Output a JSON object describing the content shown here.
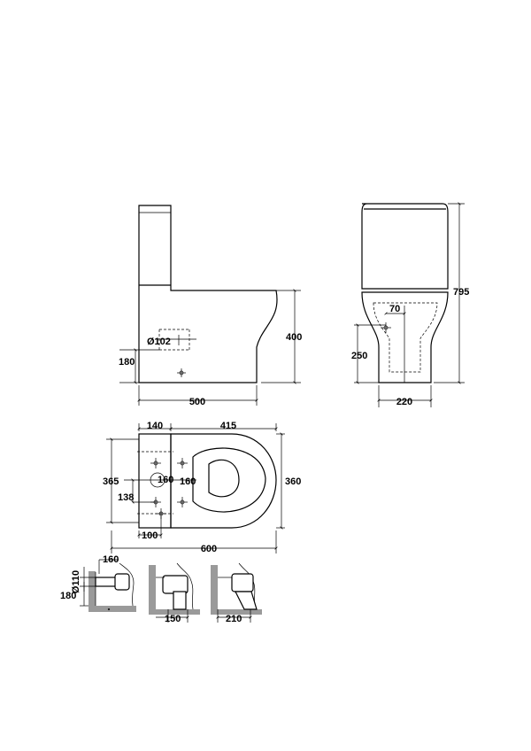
{
  "side_view": {
    "width": "500",
    "height": "400",
    "pan_outlet": "Ø102",
    "outlet_height": "180"
  },
  "front_view": {
    "total_height": "795",
    "inlet_offset": "70",
    "outlet_height": "250",
    "base_width": "220"
  },
  "plan_view": {
    "cistern_depth": "140",
    "bowl_length": "415",
    "total_width": "365",
    "fixing_left": "160",
    "fixing_right": "160",
    "fixing_height": "138",
    "rear_offset": "100",
    "total_length": "600",
    "bowl_width": "360"
  },
  "connections": {
    "pipe_diameter": "Ø110",
    "pipe_projection": "160",
    "pipe_height": "180",
    "floor_outlet_a": "150",
    "floor_outlet_b": "210"
  }
}
